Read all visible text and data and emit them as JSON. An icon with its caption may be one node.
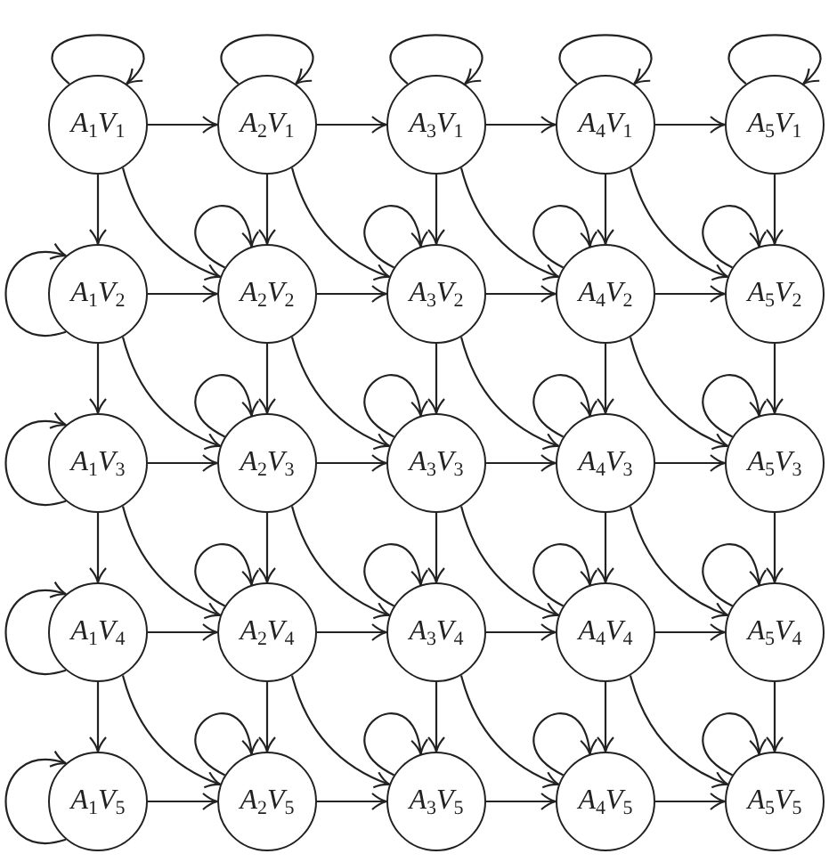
{
  "diagram": {
    "nodes": [
      {
        "text": [
          "A$_{1}$V$_{1}$"
        ]
      },
      {
        "text": [
          "A$_{2}$V$_{1}$"
        ]
      },
      {
        "text": [
          "A$_{3}$V$_{1}$"
        ]
      },
      {
        "text": [
          "A$_{4}$V$_{1}$"
        ]
      },
      {
        "text": [
          "A$_{5}$V$_{1}$"
        ]
      },
      {
        "text": [
          "A$_{1}$V$_{2}$"
        ]
      },
      {
        "text": [
          "A$_{2}$V$_{2}$"
        ]
      },
      {
        "text": [
          "A$_{3}$V$_{2}$"
        ]
      },
      {
        "text": [
          "A$_{4}$V$_{2}$"
        ]
      },
      {
        "text": [
          "A$_{5}$V$_{2}$"
        ]
      },
      {
        "text": [
          "A$_{1}$V$_{3}$"
        ]
      },
      {
        "text": [
          "A$_{2}$V$_{3}$"
        ]
      },
      {
        "text": [
          "A$_{3}$V$_{3}$"
        ]
      },
      {
        "text": [
          "A$_{4}$V$_{3}$"
        ]
      },
      {
        "text": [
          "A$_{5}$V$_{3}$"
        ]
      },
      {
        "text": [
          "A$_{1}$V$_{4}$"
        ]
      },
      {
        "text": [
          "A$_{2}$V$_{4}$"
        ]
      },
      {
        "text": [
          "A$_{3}$V$_{4}$"
        ]
      },
      {
        "text": [
          "A$_{4}$V$_{4}$"
        ]
      },
      {
        "text": [
          "A$_{5}$V$_{4}$"
        ]
      },
      {
        "text": [
          "A$_{1}$V$_{5}$"
        ]
      },
      {
        "text": [
          "A$_{2}$V$_{5}$"
        ]
      },
      {
        "text": [
          "A$_{3}$V$_{5}$"
        ]
      },
      {
        "text": [
          "A$_{4}$V$_{5}$"
        ]
      },
      {
        "text": [
          "A$_{5}$V$_{5}$"
        ]
      }
    ],
    "edges": [
      {
        "from": 0,
        "to": 0,
        "arrow": "to"
      },
      {
        "from": 0,
        "to": 1,
        "arrow": "to"
      },
      {
        "from": 0,
        "to": 5,
        "arrow": "to"
      },
      {
        "from": 0,
        "to": 6,
        "arrow": "to"
      },
      {
        "from": 1,
        "to": 1,
        "arrow": "to"
      },
      {
        "from": 1,
        "to": 2,
        "arrow": "to"
      },
      {
        "from": 1,
        "to": 6,
        "arrow": "to"
      },
      {
        "from": 1,
        "to": 7,
        "arrow": "to"
      },
      {
        "from": 2,
        "to": 2,
        "arrow": "to"
      },
      {
        "from": 2,
        "to": 3,
        "arrow": "to"
      },
      {
        "from": 2,
        "to": 7,
        "arrow": "to"
      },
      {
        "from": 2,
        "to": 8,
        "arrow": "to"
      },
      {
        "from": 3,
        "to": 3,
        "arrow": "to"
      },
      {
        "from": 3,
        "to": 4,
        "arrow": "to"
      },
      {
        "from": 3,
        "to": 8,
        "arrow": "to"
      },
      {
        "from": 3,
        "to": 9,
        "arrow": "to"
      },
      {
        "from": 4,
        "to": 4,
        "arrow": "to"
      },
      {
        "from": 4,
        "to": 9,
        "arrow": "to"
      },
      {
        "from": 5,
        "to": 5,
        "arrow": "to"
      },
      {
        "from": 5,
        "to": 6,
        "arrow": "to"
      },
      {
        "from": 5,
        "to": 10,
        "arrow": "to"
      },
      {
        "from": 5,
        "to": 11,
        "arrow": "to"
      },
      {
        "from": 6,
        "to": 6,
        "arrow": "to"
      },
      {
        "from": 6,
        "to": 7,
        "arrow": "to"
      },
      {
        "from": 6,
        "to": 11,
        "arrow": "to"
      },
      {
        "from": 6,
        "to": 12,
        "arrow": "to"
      },
      {
        "from": 7,
        "to": 7,
        "arrow": "to"
      },
      {
        "from": 7,
        "to": 8,
        "arrow": "to"
      },
      {
        "from": 7,
        "to": 12,
        "arrow": "to"
      },
      {
        "from": 7,
        "to": 13,
        "arrow": "to"
      },
      {
        "from": 8,
        "to": 8,
        "arrow": "to"
      },
      {
        "from": 8,
        "to": 9,
        "arrow": "to"
      },
      {
        "from": 8,
        "to": 13,
        "arrow": "to"
      },
      {
        "from": 8,
        "to": 14,
        "arrow": "to"
      },
      {
        "from": 9,
        "to": 9,
        "arrow": "to"
      },
      {
        "from": 9,
        "to": 14,
        "arrow": "to"
      },
      {
        "from": 10,
        "to": 10,
        "arrow": "to"
      },
      {
        "from": 10,
        "to": 11,
        "arrow": "to"
      },
      {
        "from": 10,
        "to": 15,
        "arrow": "to"
      },
      {
        "from": 10,
        "to": 16,
        "arrow": "to"
      },
      {
        "from": 11,
        "to": 11,
        "arrow": "to"
      },
      {
        "from": 11,
        "to": 12,
        "arrow": "to"
      },
      {
        "from": 11,
        "to": 16,
        "arrow": "to"
      },
      {
        "from": 11,
        "to": 17,
        "arrow": "to"
      },
      {
        "from": 12,
        "to": 12,
        "arrow": "to"
      },
      {
        "from": 12,
        "to": 13,
        "arrow": "to"
      },
      {
        "from": 12,
        "to": 17,
        "arrow": "to"
      },
      {
        "from": 12,
        "to": 18,
        "arrow": "to"
      },
      {
        "from": 13,
        "to": 13,
        "arrow": "to"
      },
      {
        "from": 13,
        "to": 14,
        "arrow": "to"
      },
      {
        "from": 13,
        "to": 18,
        "arrow": "to"
      },
      {
        "from": 13,
        "to": 19,
        "arrow": "to"
      },
      {
        "from": 14,
        "to": 14,
        "arrow": "to"
      },
      {
        "from": 14,
        "to": 19,
        "arrow": "to"
      },
      {
        "from": 15,
        "to": 15,
        "arrow": "to"
      },
      {
        "from": 15,
        "to": 16,
        "arrow": "to"
      },
      {
        "from": 15,
        "to": 20,
        "arrow": "to"
      },
      {
        "from": 15,
        "to": 21,
        "arrow": "to"
      },
      {
        "from": 16,
        "to": 16,
        "arrow": "to"
      },
      {
        "from": 16,
        "to": 17,
        "arrow": "to"
      },
      {
        "from": 16,
        "to": 21,
        "arrow": "to"
      },
      {
        "from": 16,
        "to": 22,
        "arrow": "to"
      },
      {
        "from": 17,
        "to": 17,
        "arrow": "to"
      },
      {
        "from": 17,
        "to": 18,
        "arrow": "to"
      },
      {
        "from": 17,
        "to": 22,
        "arrow": "to"
      },
      {
        "from": 17,
        "to": 23,
        "arrow": "to"
      },
      {
        "from": 18,
        "to": 18,
        "arrow": "to"
      },
      {
        "from": 18,
        "to": 19,
        "arrow": "to"
      },
      {
        "from": 18,
        "to": 23,
        "arrow": "to"
      },
      {
        "from": 18,
        "to": 24,
        "arrow": "to"
      },
      {
        "from": 19,
        "to": 19,
        "arrow": "to"
      },
      {
        "from": 19,
        "to": 24,
        "arrow": "to"
      },
      {
        "from": 20,
        "to": 20,
        "arrow": "to"
      },
      {
        "from": 20,
        "to": 21,
        "arrow": "to"
      },
      {
        "from": 21,
        "to": 21,
        "arrow": "to"
      },
      {
        "from": 21,
        "to": 22,
        "arrow": "to"
      },
      {
        "from": 22,
        "to": 22,
        "arrow": "to"
      },
      {
        "from": 22,
        "to": 23,
        "arrow": "to"
      },
      {
        "from": 23,
        "to": 23,
        "arrow": "to"
      },
      {
        "from": 23,
        "to": 24,
        "arrow": "to"
      },
      {
        "from": 24,
        "to": 24,
        "arrow": "to"
      }
    ]
  }
}
